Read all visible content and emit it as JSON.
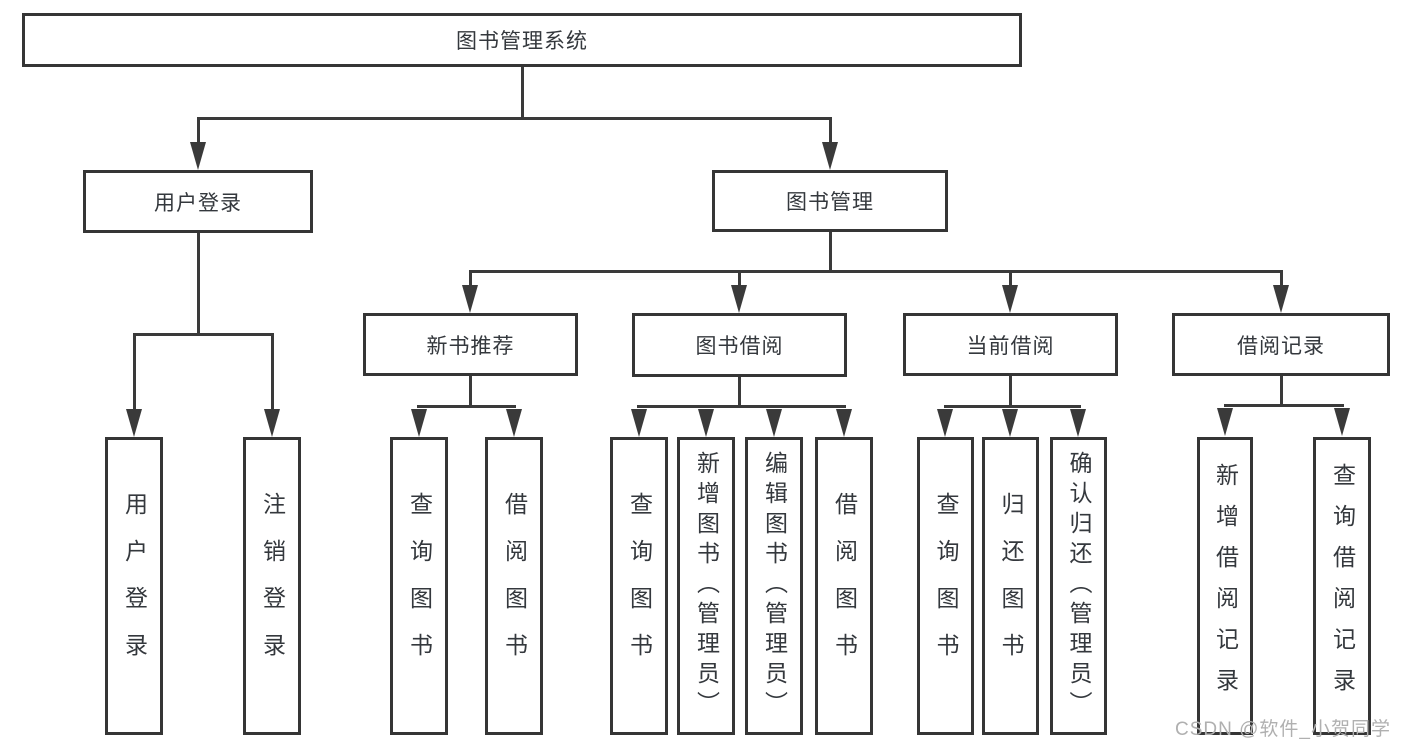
{
  "title": "图书管理系统",
  "watermark": "CSDN @软件_小贺同学",
  "accent_colors": {
    "line": "#3a3a3a",
    "text": "#34383d",
    "watermark": "#b0b0b0",
    "background": "#ffffff"
  },
  "level2": [
    {
      "label": "用户登录",
      "parent": "图书管理系统"
    },
    {
      "label": "图书管理",
      "parent": "图书管理系统"
    }
  ],
  "level3": [
    {
      "label": "新书推荐",
      "parent": "图书管理"
    },
    {
      "label": "图书借阅",
      "parent": "图书管理"
    },
    {
      "label": "当前借阅",
      "parent": "图书管理"
    },
    {
      "label": "借阅记录",
      "parent": "图书管理"
    }
  ],
  "leaves": [
    {
      "label": "用户登录",
      "parent": "用户登录"
    },
    {
      "label": "注销登录",
      "parent": "用户登录"
    },
    {
      "label": "查询图书",
      "parent": "新书推荐"
    },
    {
      "label": "借阅图书",
      "parent": "新书推荐"
    },
    {
      "label": "查询图书",
      "parent": "图书借阅"
    },
    {
      "label": "新增图书（管理员）",
      "parent": "图书借阅"
    },
    {
      "label": "编辑图书（管理员）",
      "parent": "图书借阅"
    },
    {
      "label": "借阅图书",
      "parent": "图书借阅"
    },
    {
      "label": "查询图书",
      "parent": "当前借阅"
    },
    {
      "label": "归还图书",
      "parent": "当前借阅"
    },
    {
      "label": "确认归还（管理员）",
      "parent": "当前借阅"
    },
    {
      "label": "新增借阅记录",
      "parent": "借阅记录"
    },
    {
      "label": "查询借阅记录",
      "parent": "借阅记录"
    }
  ]
}
